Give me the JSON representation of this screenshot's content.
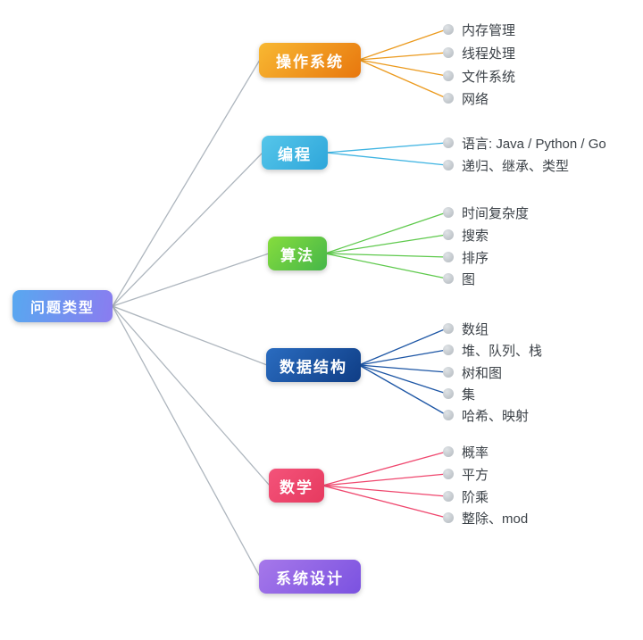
{
  "root": {
    "label": "问题类型",
    "color_from": "#58a8f0",
    "color_to": "#8a7cf0"
  },
  "connector_color": "#aeb6be",
  "branches": [
    {
      "label": "操作系统",
      "color_from": "#f8b832",
      "color_to": "#e8770e",
      "line_color": "#eb9a1e",
      "leaves": [
        "内存管理",
        "线程处理",
        "文件系统",
        "网络"
      ]
    },
    {
      "label": "编程",
      "color_from": "#56c6ea",
      "color_to": "#2ea6da",
      "line_color": "#3fb4e2",
      "leaves": [
        "语言: Java / Python / Go",
        "递归、继承、类型"
      ]
    },
    {
      "label": "算法",
      "color_from": "#86dd3d",
      "color_to": "#45b649",
      "line_color": "#5ec94c",
      "leaves": [
        "时间复杂度",
        "搜索",
        "排序",
        "图"
      ]
    },
    {
      "label": "数据结构",
      "color_from": "#2a6cc0",
      "color_to": "#0f3d85",
      "line_color": "#1d56a5",
      "leaves": [
        "数组",
        "堆、队列、栈",
        "树和图",
        "集",
        "哈希、映射"
      ]
    },
    {
      "label": "数学",
      "color_from": "#f4537a",
      "color_to": "#e63a5f",
      "line_color": "#ef476e",
      "leaves": [
        "概率",
        "平方",
        "阶乘",
        "整除、mod"
      ]
    },
    {
      "label": "系统设计",
      "color_from": "#a678ea",
      "color_to": "#7b52e0",
      "line_color": "#aeb6be",
      "leaves": []
    }
  ]
}
